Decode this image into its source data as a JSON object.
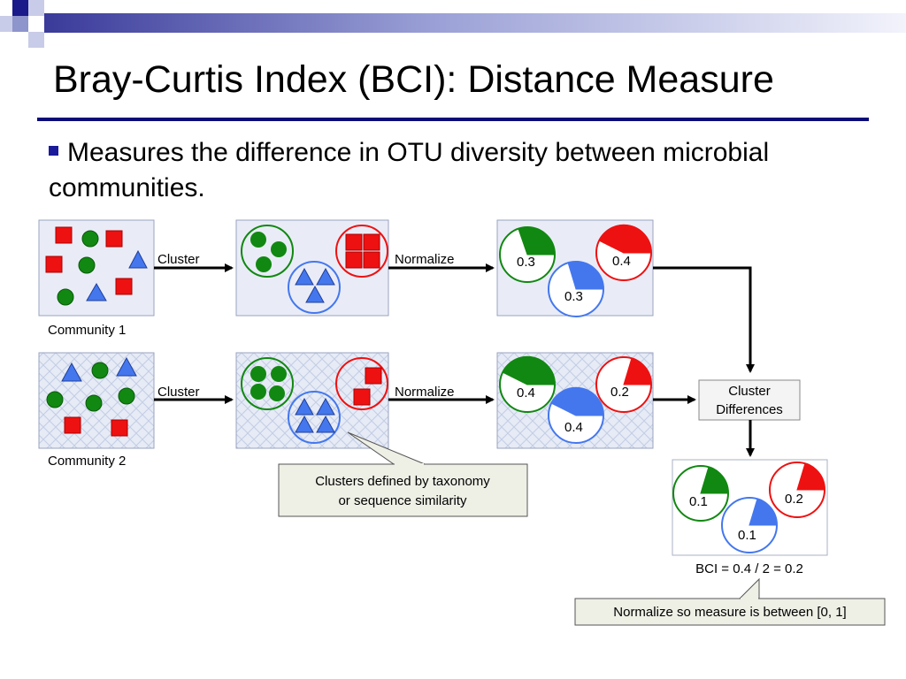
{
  "slide": {
    "title": "Bray-Curtis Index (BCI): Distance Measure",
    "bullet": "Measures the difference in OTU diversity between microbial communities."
  },
  "diagram": {
    "community1_label": "Community 1",
    "community2_label": "Community 2",
    "cluster_label": "Cluster",
    "normalize_label": "Normalize",
    "cluster_differences_line1": "Cluster",
    "cluster_differences_line2": "Differences",
    "row1_values": {
      "green": "0.3",
      "red": "0.4",
      "blue": "0.3"
    },
    "row2_values": {
      "green": "0.4",
      "red": "0.2",
      "blue": "0.4"
    },
    "diff_values": {
      "green": "0.1",
      "red": "0.2",
      "blue": "0.1"
    },
    "bci_formula": "BCI = 0.4 / 2 = 0.2",
    "callout_clusters_line1": "Clusters defined by taxonomy",
    "callout_clusters_line2": "or sequence similarity",
    "callout_normalize": "Normalize so measure is between [0, 1]"
  },
  "colors": {
    "green": "#118811",
    "red": "#ee1111",
    "blue": "#4477ee",
    "panel": "#e9ecf7",
    "title_rule": "#0b0b7a",
    "callout_fill": "#eef0e6"
  }
}
